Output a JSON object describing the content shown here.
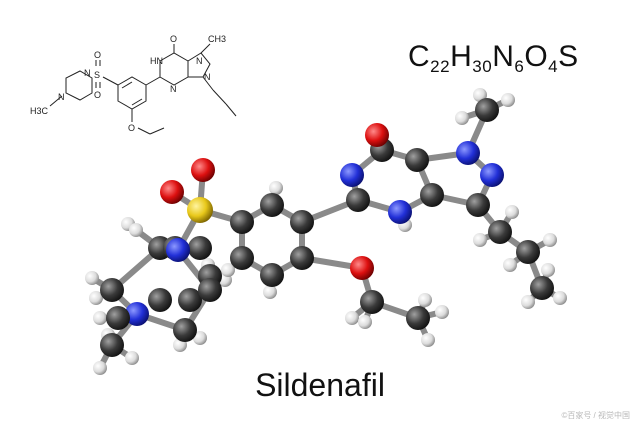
{
  "formula": {
    "c": "C",
    "c_n": "22",
    "h": "H",
    "h_n": "30",
    "n": "N",
    "n_n": "6",
    "o": "O",
    "o_n": "4",
    "s": "S"
  },
  "name": "Sildenafil",
  "watermark": "©百家号 / 视觉中国",
  "skeletal_labels": {
    "o_top": "O",
    "n_methyl": "N",
    "ch3_top": "CH3",
    "nh": "HN",
    "n_ring": "N",
    "n_pyr": "N",
    "s": "S",
    "o1": "O",
    "o2": "O",
    "n_pip1": "N",
    "n_pip2": "N",
    "h3c": "H3C",
    "o_eth": "O"
  },
  "colors": {
    "carbon": "#3a3a3a",
    "hydrogen": "#e6e6e6",
    "nitrogen": "#2230d8",
    "oxygen": "#dd1010",
    "sulfur": "#e8c81a"
  }
}
